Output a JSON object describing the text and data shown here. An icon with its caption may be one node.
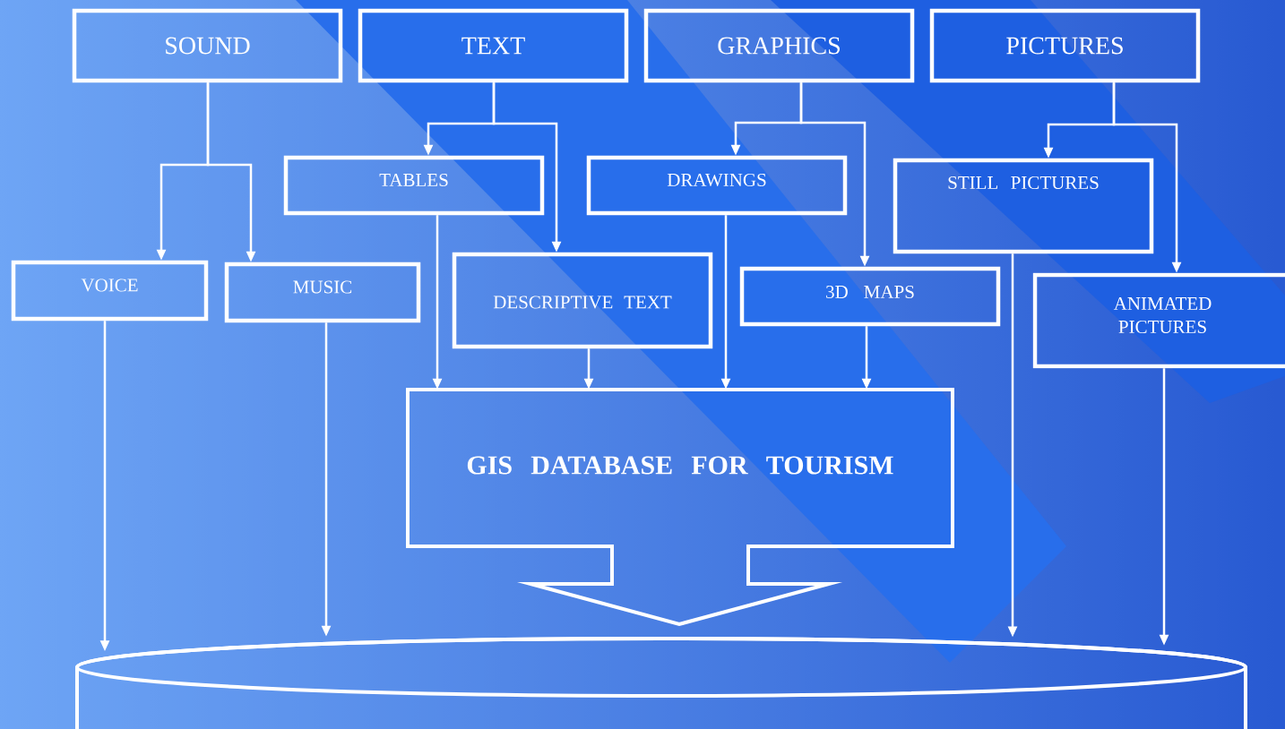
{
  "diagram": {
    "nodes": [
      {
        "text": [
          "SOUND"
        ]
      },
      {
        "text": [
          "TEXT"
        ]
      },
      {
        "text": [
          "GRAPHICS"
        ]
      },
      {
        "text": [
          "PICTURES"
        ]
      },
      {
        "text": [
          "TABLES"
        ]
      },
      {
        "text": [
          "DRAWINGS"
        ]
      },
      {
        "text": [
          "STILL PICTURES"
        ]
      },
      {
        "text": [
          "VOICE"
        ]
      },
      {
        "text": [
          "MUSIC"
        ]
      },
      {
        "text": [
          "DESCRIPTIVE TEXT"
        ]
      },
      {
        "text": [
          "3D MAPS"
        ]
      },
      {
        "text": [
          "ANIMATED PICTURES"
        ]
      },
      {
        "text": [
          "GIS DATABASE FOR TOURISM"
        ]
      },
      {
        "text": [],
        "shape": "cylinder"
      }
    ],
    "edges": [
      {
        "from": 0,
        "to": 7,
        "arrow": "to"
      },
      {
        "from": 0,
        "to": 8,
        "arrow": "to"
      },
      {
        "from": 1,
        "to": 4,
        "arrow": "to"
      },
      {
        "from": 1,
        "to": 9,
        "arrow": "to"
      },
      {
        "from": 2,
        "to": 5,
        "arrow": "to"
      },
      {
        "from": 2,
        "to": 10,
        "arrow": "to"
      },
      {
        "from": 3,
        "to": 6,
        "arrow": "to"
      },
      {
        "from": 3,
        "to": 11,
        "arrow": "to"
      },
      {
        "from": 4,
        "to": 12,
        "arrow": "to"
      },
      {
        "from": 9,
        "to": 12,
        "arrow": "to"
      },
      {
        "from": 5,
        "to": 12,
        "arrow": "to"
      },
      {
        "from": 10,
        "to": 12,
        "arrow": "to"
      },
      {
        "from": 7,
        "to": 13,
        "arrow": "to"
      },
      {
        "from": 8,
        "to": 13,
        "arrow": "to"
      },
      {
        "from": 6,
        "to": 13,
        "arrow": "to"
      },
      {
        "from": 11,
        "to": 13,
        "arrow": "to"
      }
    ]
  }
}
